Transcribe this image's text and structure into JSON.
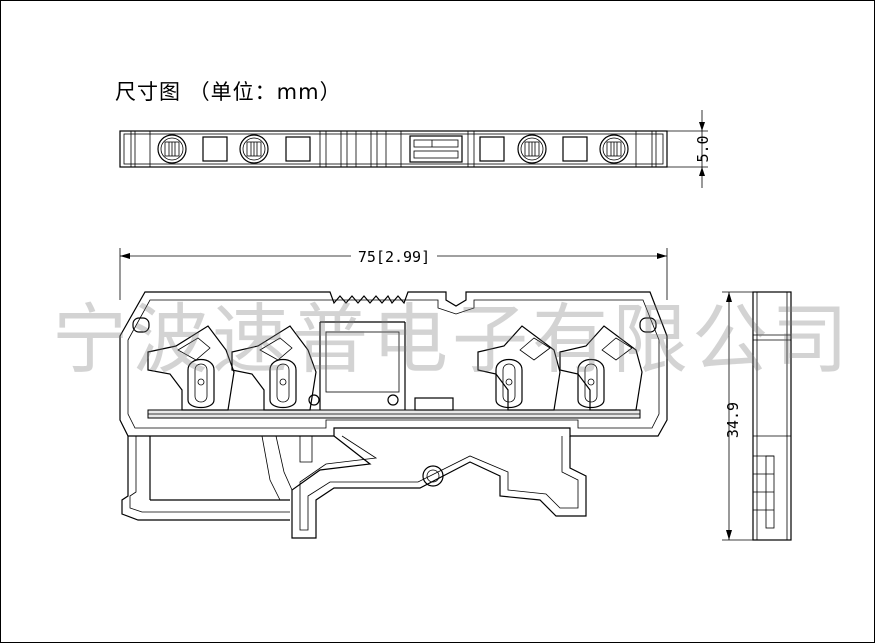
{
  "drawing": {
    "title": "尺寸图 （单位：mm）",
    "watermark": "宁波速普电子有限公司",
    "dimensions": {
      "thickness": "5.0",
      "length": "75[2.99]",
      "height": "34.9"
    }
  }
}
